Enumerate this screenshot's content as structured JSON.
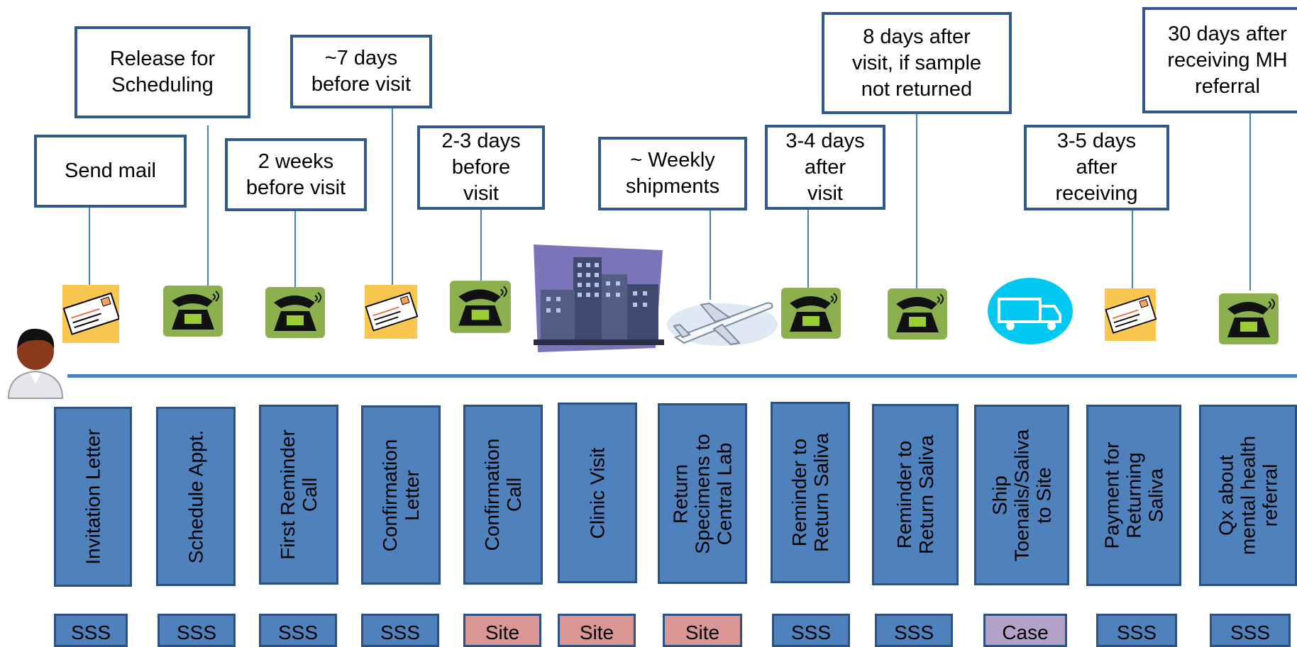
{
  "callouts": [
    {
      "text": "Send mail"
    },
    {
      "text": "Release for\nScheduling"
    },
    {
      "text": "2 weeks\nbefore visit"
    },
    {
      "text": "~7 days\nbefore visit"
    },
    {
      "text": "2-3 days\nbefore\nvisit"
    },
    {
      "text": "~ Weekly\nshipments"
    },
    {
      "text": "3-4 days\nafter\nvisit"
    },
    {
      "text": "8 days after\nvisit, if sample\nnot returned"
    },
    {
      "text": "3-5 days\nafter\nreceiving"
    },
    {
      "text": "30 days after\nreceiving MH\nreferral"
    }
  ],
  "steps": [
    {
      "label": "Invitation Letter"
    },
    {
      "label": "Schedule Appt."
    },
    {
      "label": "First Reminder\nCall"
    },
    {
      "label": "Confirmation\nLetter"
    },
    {
      "label": "Confirmation\nCall"
    },
    {
      "label": "Clinic Visit"
    },
    {
      "label": "Return\nSpecimens to\nCentral Lab"
    },
    {
      "label": "Reminder to\nReturn Saliva"
    },
    {
      "label": "Reminder to\nReturn Saliva"
    },
    {
      "label": "Ship\nToenails/Saliva\nto Site"
    },
    {
      "label": "Payment for\nReturning\nSaliva"
    },
    {
      "label": "Qx about\nmental health\nreferral"
    }
  ],
  "tags": [
    {
      "label": "SSS"
    },
    {
      "label": "SSS"
    },
    {
      "label": "SSS"
    },
    {
      "label": "SSS"
    },
    {
      "label": "Site"
    },
    {
      "label": "Site"
    },
    {
      "label": "Site"
    },
    {
      "label": "SSS"
    },
    {
      "label": "SSS"
    },
    {
      "label": "Case"
    },
    {
      "label": "SSS"
    },
    {
      "label": "SSS"
    }
  ],
  "icons": [
    "letter-icon",
    "phone-icon",
    "phone-icon",
    "letter-icon",
    "phone-icon",
    "hospital-icon",
    "airplane-icon",
    "phone-icon",
    "phone-icon",
    "truck-icon",
    "letter-icon",
    "phone-icon"
  ],
  "colors": {
    "step_fill": "#4f81bd",
    "site_fill": "#d99694",
    "case_fill": "#b3a2c7",
    "callout_border": "#2f5a8a"
  }
}
